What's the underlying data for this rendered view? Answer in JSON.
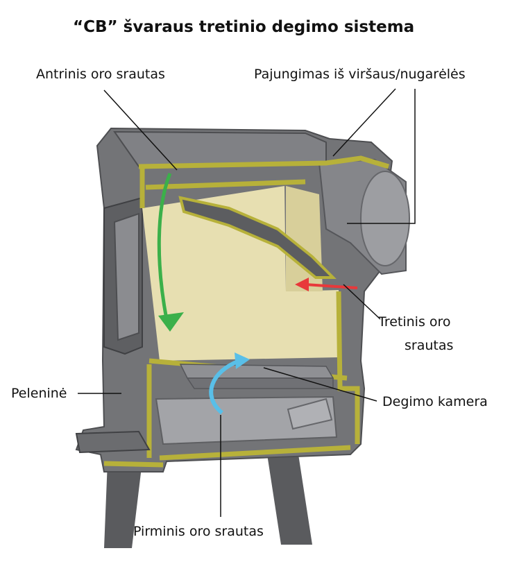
{
  "title": "“CB” švaraus tretinio degimo sistema",
  "labels": {
    "secondary_air": "Antrinis oro srautas",
    "top_rear_connection": "Pajungimas iš viršaus/nugarėlės",
    "tertiary_air_line1": "Tretinis oro",
    "tertiary_air_line2": "srautas",
    "ash_pan": "Peleninė",
    "combustion_chamber": "Degimo kamera",
    "primary_air": "Pirminis oro srautas"
  },
  "colors": {
    "stove_body": "#6f7073",
    "stove_dark": "#4d4e51",
    "cutaway_edge": "#b7b13a",
    "firebox_panel": "#e7dfb1",
    "secondary_air_arrow": "#3bb04a",
    "primary_air_arrow": "#59bfe8",
    "tertiary_air_arrow": "#e8383a"
  }
}
